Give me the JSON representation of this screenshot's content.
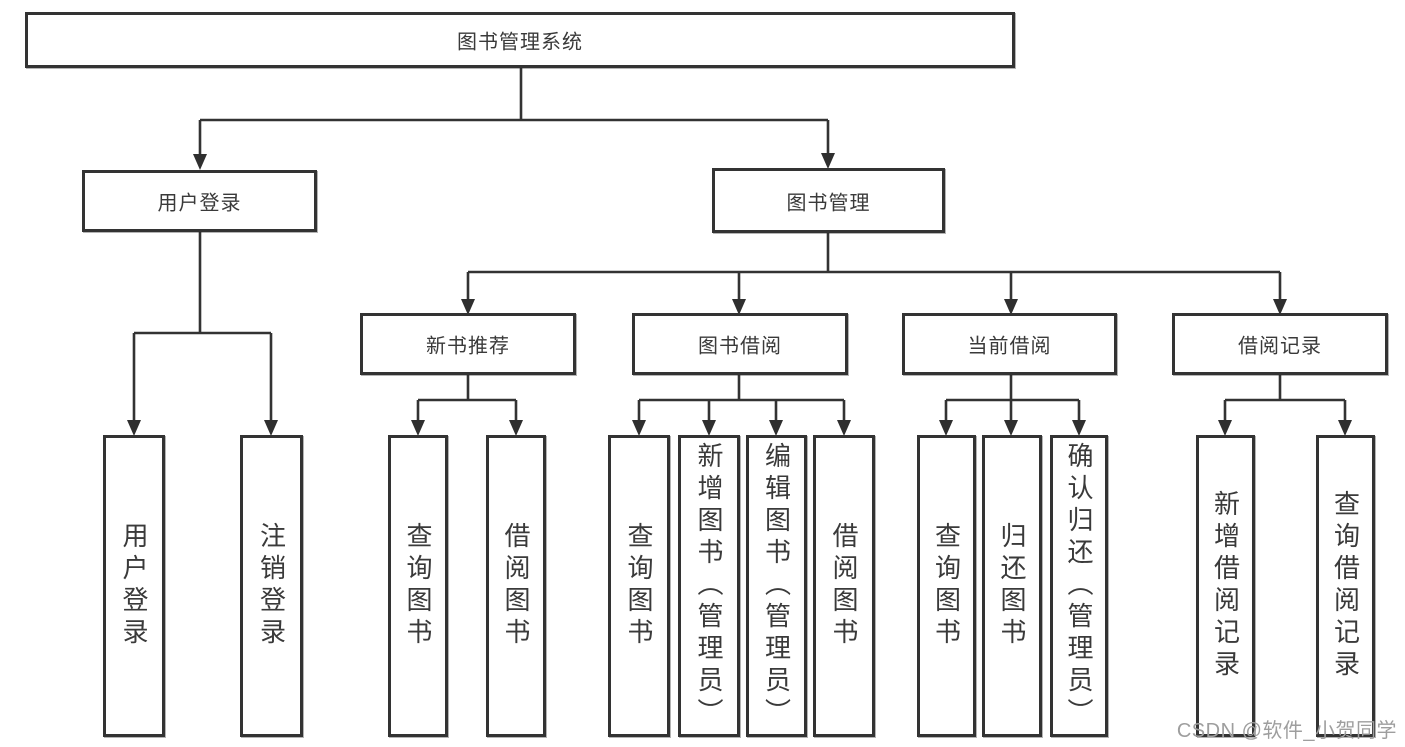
{
  "diagram": {
    "root": {
      "label": "图书管理系统"
    },
    "user_branch": {
      "label": "用户登录",
      "children": [
        {
          "label": "用户登录"
        },
        {
          "label": "注销登录"
        }
      ]
    },
    "management_branch": {
      "label": "图书管理",
      "sections": [
        {
          "label": "新书推荐",
          "children": [
            {
              "label": "查询图书"
            },
            {
              "label": "借阅图书"
            }
          ]
        },
        {
          "label": "图书借阅",
          "children": [
            {
              "label": "查询图书"
            },
            {
              "label": "新增图书（管理员）"
            },
            {
              "label": "编辑图书（管理员）"
            },
            {
              "label": "借阅图书"
            }
          ]
        },
        {
          "label": "当前借阅",
          "children": [
            {
              "label": "查询图书"
            },
            {
              "label": "归还图书"
            },
            {
              "label": "确认归还（管理员）"
            }
          ]
        },
        {
          "label": "借阅记录",
          "children": [
            {
              "label": "新增借阅记录"
            },
            {
              "label": "查询借阅记录"
            }
          ]
        }
      ]
    }
  },
  "watermark": {
    "text": "CSDN @软件_小贺同学"
  },
  "colors": {
    "line": "#333333",
    "box_border": "#333333",
    "text": "#3a3a3a",
    "background": "#ffffff",
    "watermark": "#9e9e9e"
  }
}
